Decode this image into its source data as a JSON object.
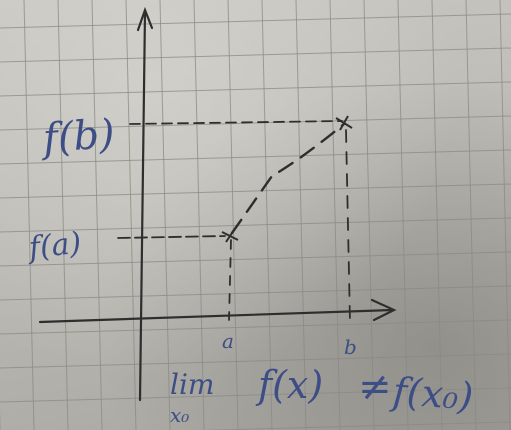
{
  "labels": {
    "fb": "f(b)",
    "fa": "f(a)",
    "a": "a",
    "b": "b",
    "lim": "lim",
    "lim_sub": "x₀",
    "fx": "f(x)",
    "neq": "≠",
    "fx0": "f(x₀)"
  },
  "colors": {
    "ink_blue": "#3d4d86",
    "pencil": "#2e2e2e",
    "grid_line": "#8a8984"
  }
}
